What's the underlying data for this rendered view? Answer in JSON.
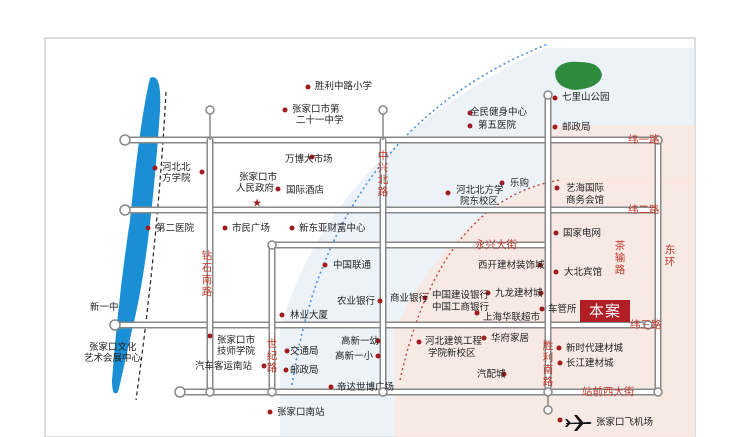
{
  "roads": {
    "weiyi": "纬一路",
    "weier": "纬二路",
    "weisan": "纬三路",
    "yongxing": "永兴大街",
    "zhongxing_bei": "中兴北路",
    "zuanshi_nan": "钻石南路",
    "shiji": "世纪路",
    "chashu": "茶输路",
    "shengli_nan": "胜利南路",
    "donghuan": "东环",
    "zhanqian_xi": "站前西大街",
    "xinyi": "新一中"
  },
  "places": {
    "shengli_zhong_primary": "胜利中路小学",
    "no21_line1": "张家口市第",
    "no21_line2": "二十一中学",
    "fitness_center": "全民健身中心",
    "fifth_hospital": "第五医院",
    "qilishan_park": "七里山公园",
    "post_office": "邮政局",
    "hebei_north_univ_line1": "河北北",
    "hebei_north_univ_line2": "方学院",
    "city_gov_line1": "张家口市",
    "city_gov_line2": "人民政府",
    "wanbo_market": "万博大市场",
    "intl_hotel": "国际酒店",
    "hebei_north_east_line1": "河北北方学",
    "hebei_north_east_line2": "院东校区",
    "le_gou": "乐购",
    "yihai_line1": "艺海国际",
    "yihai_line2": "商务会馆",
    "second_hospital": "第二医院",
    "city_square": "市民广场",
    "xindongya": "新东亚财富中心",
    "state_grid": "国家电网",
    "china_unicom": "中国联通",
    "xikai_building": "西开建材装饰城",
    "dali_hotel": "大北宾馆",
    "agri_bank": "农业银行",
    "commerce_bank": "商业银行",
    "ccb": "中国建设银行",
    "icbc": "中国工商银行",
    "jiulong_building": "九龙建材城",
    "shanghai_supermarket": "上海华联超市",
    "vehicle_admin": "车管所",
    "linye_building": "林业大厦",
    "new_cultural_line1": "新一中",
    "arts_center_line1": "张家口文化",
    "arts_center_line2": "艺术会展中心",
    "tech_school_line1": "张家口市",
    "tech_school_line2": "技师学院",
    "traffic_bureau": "交通局",
    "post_bureau": "邮政局",
    "bus_station": "汽车客运南站",
    "gaoxin_yiyou": "高新一幼",
    "gaoxin_yixiao": "高新一小",
    "hebei_building_line1": "河北建筑工程",
    "hebei_building_line2": "学院新校区",
    "huafu_home": "华府家居",
    "new_era_building": "新时代建材城",
    "changjiang_building": "长江建材城",
    "auto_parts": "汽配城",
    "diyuan_plaza": "帝达世博广场",
    "south_station": "张家口南站",
    "airport": "张家口飞机场"
  },
  "project_label": "本案",
  "colors": {
    "main_road": "#888888",
    "road_fill": "#ffffff",
    "river": "#1b8fd6",
    "frame": "#bbbbbb",
    "peach_zone": "#fbe5dd",
    "blue_zone": "#dde7f2",
    "dotted_blue": "#4a90d9",
    "dotted_red": "#c0392b",
    "label_red": "#c0392b",
    "badge_red": "#b11f24",
    "park_green": "#2e8b3e"
  },
  "icons": [
    "airplane-icon",
    "park-icon",
    "star-icon",
    "poi-dot-icon"
  ]
}
